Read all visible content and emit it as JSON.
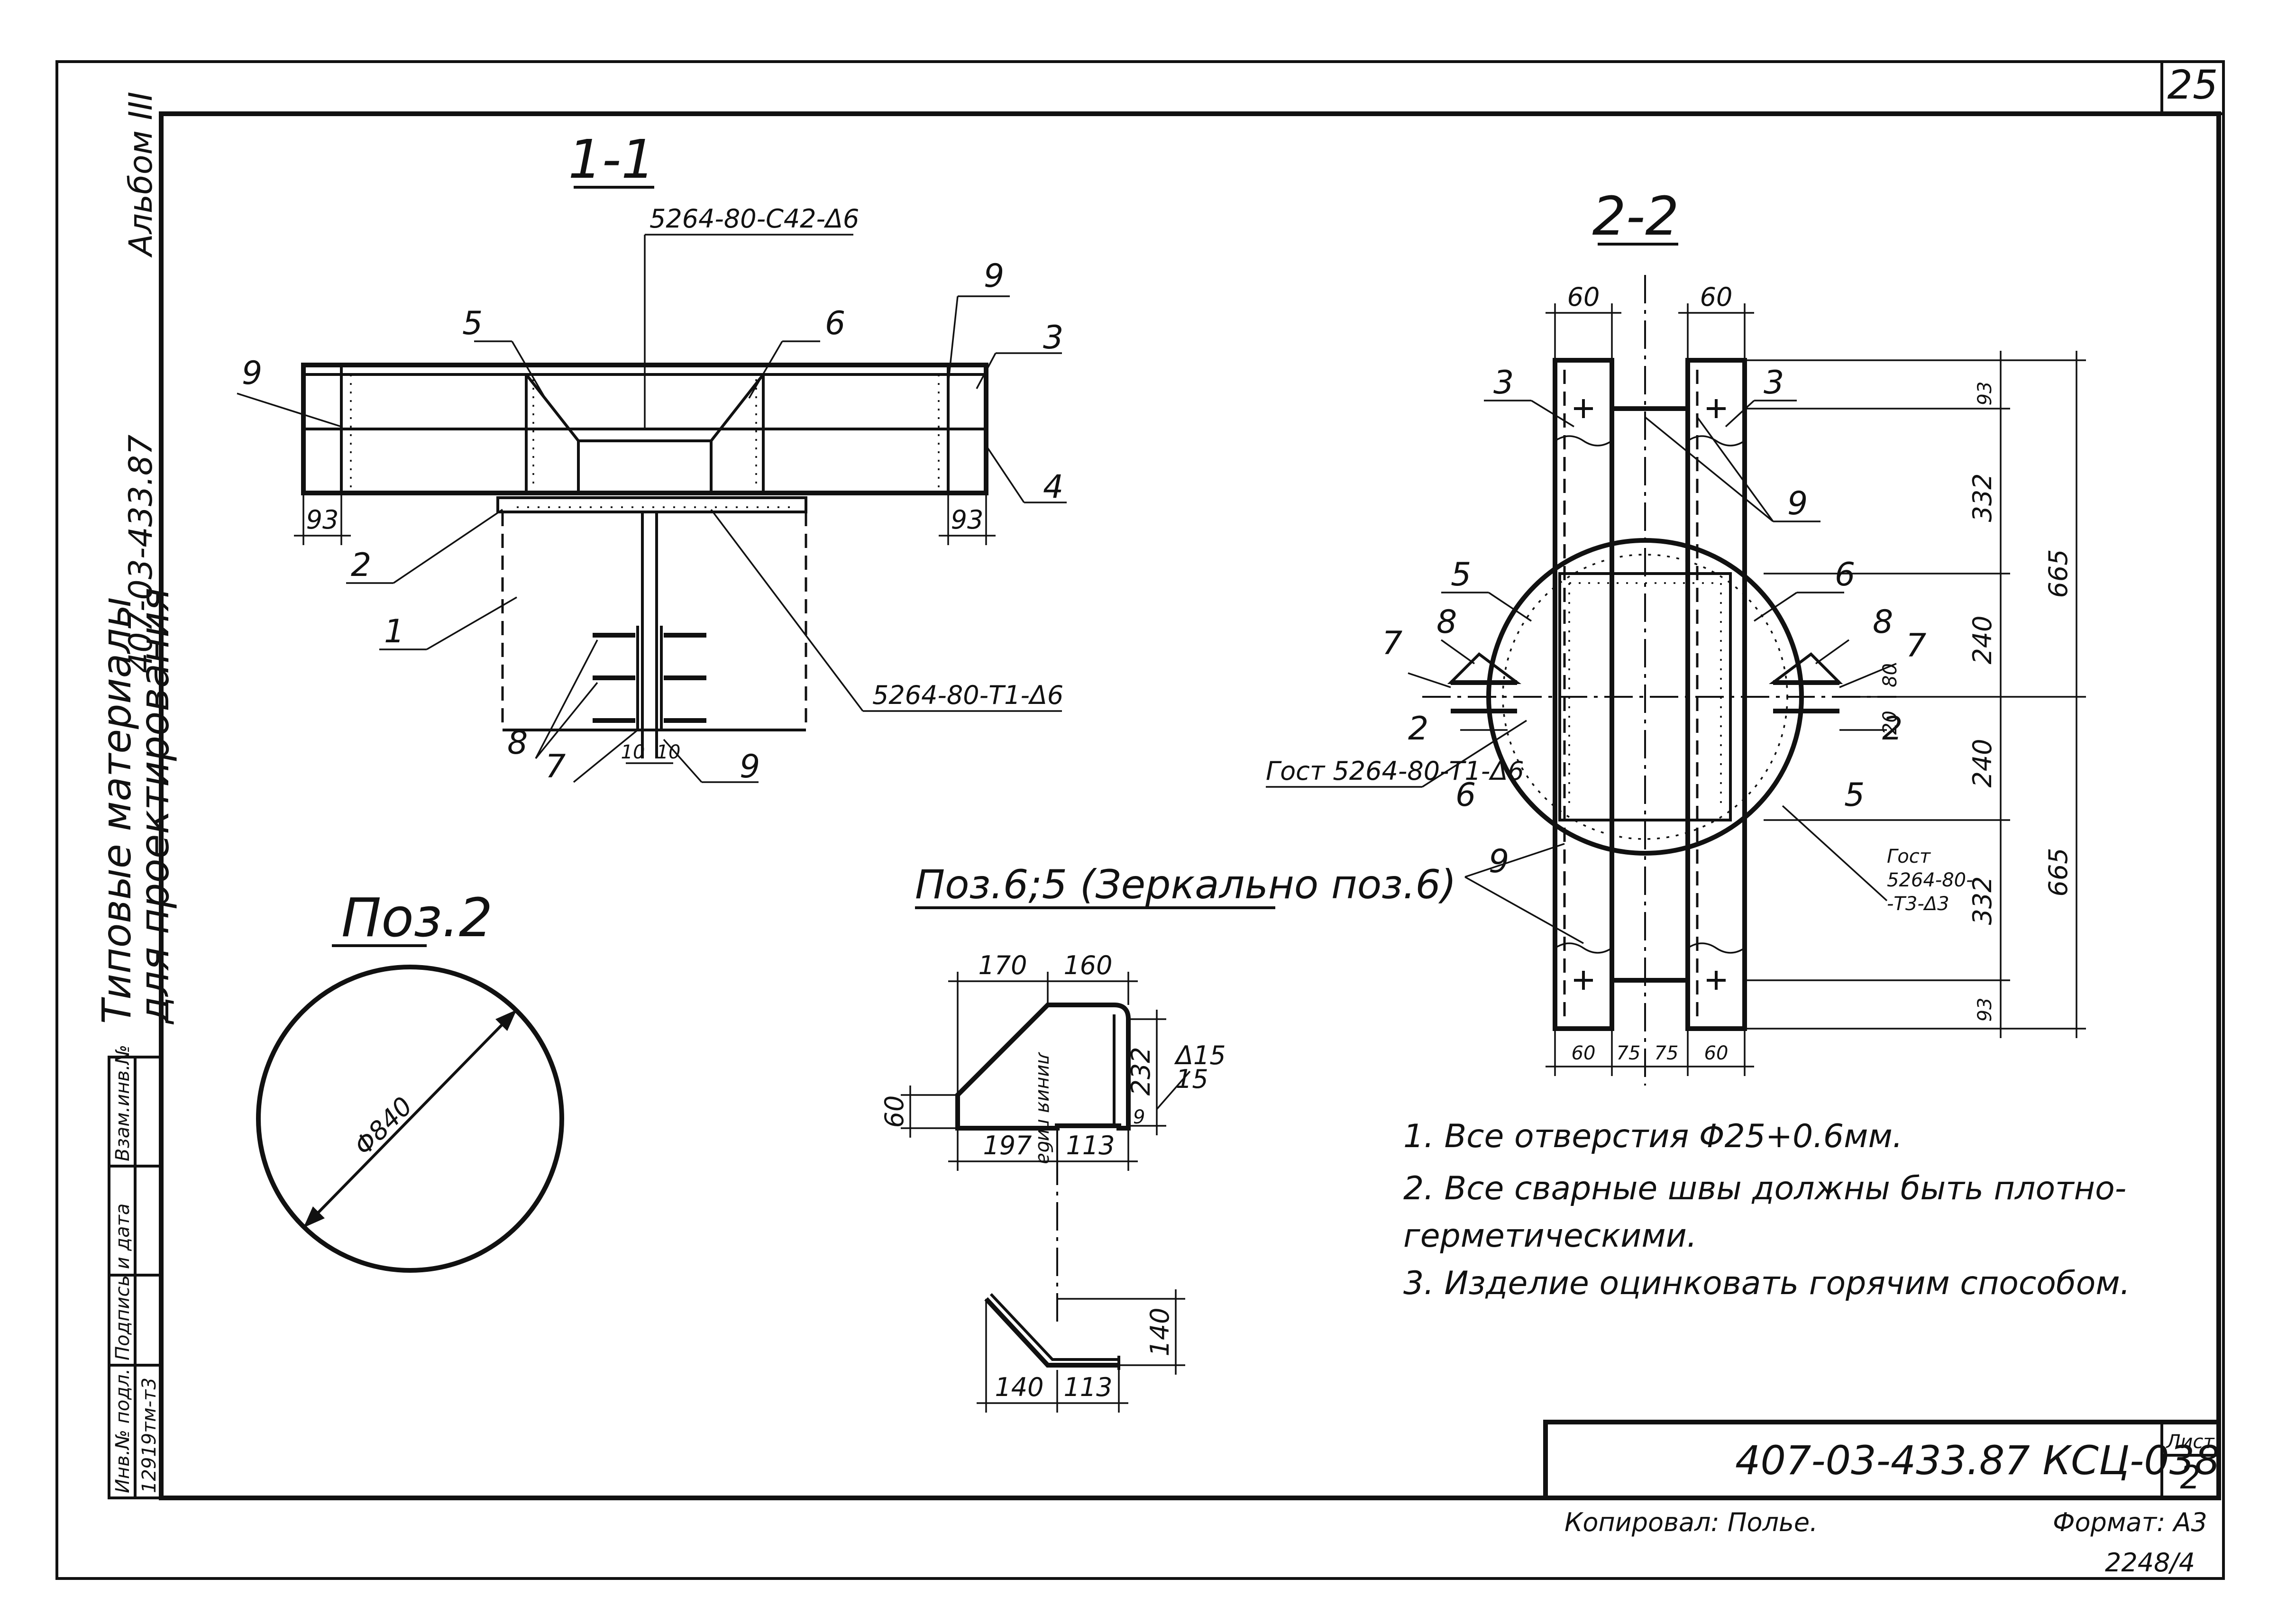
{
  "sheet": {
    "page_number": "25",
    "album": "Альбом III",
    "series_code": "407-03-433.87",
    "category_line1": "Типовые материалы",
    "category_line2": "для проектирования"
  },
  "stamp_columns": {
    "inv_original": "Инв.№ подл.",
    "signature_date": "Подпись и дата",
    "replaced_inv": "Взам.инв.№",
    "inv_value": "12919тм-т3"
  },
  "section_1_1": {
    "title": "1-1",
    "weld_top": "5264-80-С42-Δ6",
    "weld_bottom": "5264-80-Т1-Δ6",
    "dim_left": "93",
    "dim_right": "93",
    "dim_gap_left": "10",
    "dim_gap_right": "10",
    "pos": {
      "p1": "1",
      "p2": "2",
      "p3": "3",
      "p4": "4",
      "p5": "5",
      "p6": "6",
      "p7": "7",
      "p8": "8",
      "p9_left": "9",
      "p9_right": "9",
      "p9_bottom": "9"
    }
  },
  "section_2_2": {
    "title": "2-2",
    "dim_top_left": "60",
    "dim_top_right": "60",
    "dim_bottom": [
      "60",
      "75",
      "75",
      "60"
    ],
    "dim_right_segments": [
      "93",
      "332",
      "240",
      "240",
      "332",
      "93"
    ],
    "dim_right_totals": [
      "665",
      "665"
    ],
    "dim_small": "80",
    "dim_small2": "20",
    "weld_left": "Гост 5264-80-Т1-Δ6",
    "weld_right_1": "Гост",
    "weld_right_2": "5264-80-",
    "weld_right_3": "-Т3-Δ3",
    "pos": {
      "p3_left": "3",
      "p3_right": "3",
      "p9_top": "9",
      "p5": "5",
      "p6": "6",
      "p8_left": "8",
      "p8_right": "8",
      "p7_left": "7",
      "p7_right": "7",
      "p2_left": "2",
      "p2_right": "2",
      "p5_low": "5",
      "p6_low": "6",
      "p9_bottom": "9"
    }
  },
  "pos2": {
    "title": "Поз.2",
    "diameter": "Φ840"
  },
  "pos6_5": {
    "title": "Поз.6;5 (Зеркально поз.6)",
    "dims_top": [
      "170",
      "160"
    ],
    "dims_bottom": [
      "197",
      "113"
    ],
    "dim_left": "60",
    "dim_right": "232",
    "weld_note_1": "Δ15",
    "weld_note_2": "15",
    "dim_corner": "9",
    "bend_note": "линия гиба",
    "dims_lower": [
      "140",
      "113"
    ],
    "dim_lower_vert": "140"
  },
  "notes": [
    "1. Все отверстия Φ25+0.6мм.",
    "2. Все сварные швы должны быть плотно-",
    "   герметическими.",
    "3. Изделие оцинковать горячим способом."
  ],
  "title_block": {
    "code": "407-03-433.87 КСЦ-038",
    "sheet_label": "Лист",
    "sheet_number": "2"
  },
  "footer": {
    "copied": "Копировал: Полье.",
    "format": "Формат: А3",
    "order_number": "2248/4"
  }
}
